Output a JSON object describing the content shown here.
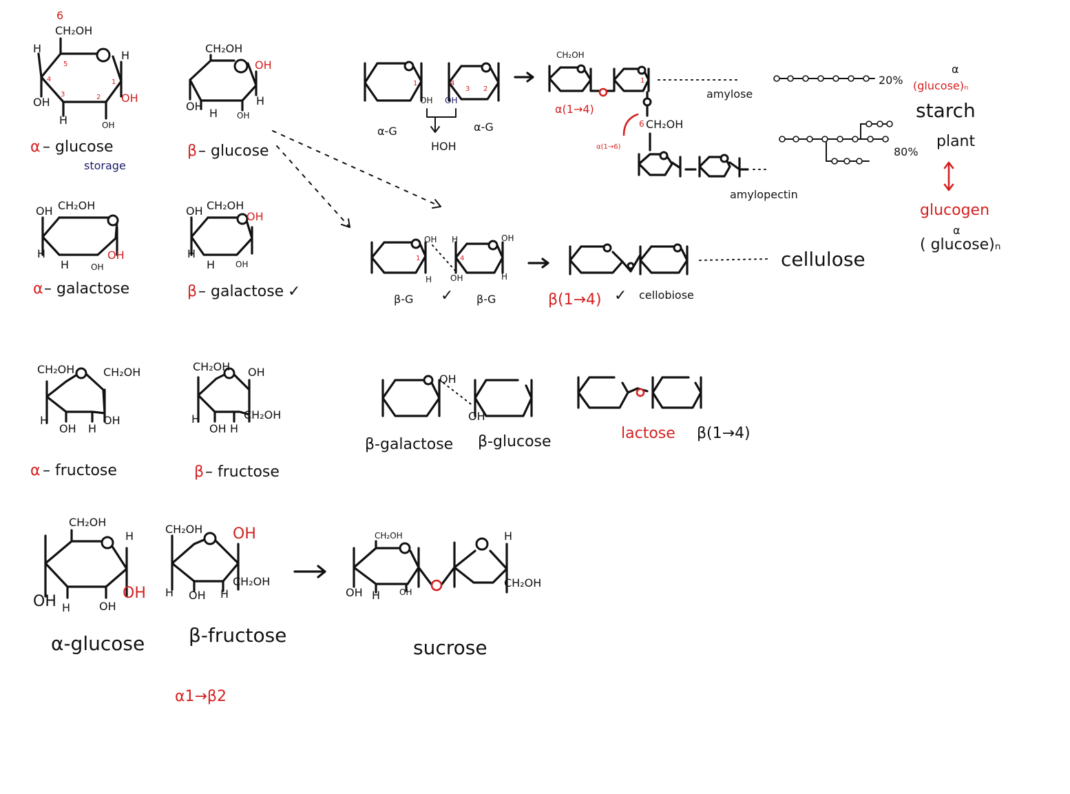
{
  "colors": {
    "ink": "#111111",
    "accent": "#d42020",
    "note": "#1a1a66",
    "paper": "#ffffff"
  },
  "row1": {
    "alpha_glucose": {
      "c6_number": "6",
      "ch2oh": "CH₂OH",
      "h_top_left": "H",
      "h_top_right": "H",
      "oh_left": "OH",
      "oh_right": "OH",
      "h_bottom": "H",
      "oh_bottom": "OH",
      "c5": "5",
      "c4": "4",
      "c3": "3",
      "c2": "2",
      "c1": "1",
      "label_prefix": "α",
      "label_name": "– glucose",
      "note": "storage"
    },
    "beta_glucose": {
      "ch2oh": "CH₂OH",
      "oh_top_right": "OH",
      "h_right": "H",
      "oh_left": "OH",
      "h_bottom": "H",
      "oh_bottom": "OH",
      "label_prefix": "β",
      "label_name": "– glucose"
    },
    "maltose_reaction": {
      "oh_a": "OH",
      "oh_b": "OH",
      "left_label": "α-G",
      "right_label": "α-G",
      "water": "HOH",
      "num_1": "1",
      "num_4": "4",
      "num_3": "3",
      "num_2": "2"
    },
    "amylose": {
      "link_label": "α(1→4)",
      "branch_link": "α(1→6)",
      "c6": "6",
      "ch2oh": "CH₂OH",
      "amylose_label": "amylose",
      "amylopectin_label": "amylopectin",
      "amylose_percent": "20%",
      "amylopectin_percent": "80%",
      "num_1": "1"
    },
    "starch": {
      "alpha_top": "α",
      "glucose_n": "(glucose)ₙ",
      "starch": "starch",
      "plant": "plant",
      "glycogen": "glucogen",
      "alpha_bottom": "α",
      "glucose_n2": "( glucose)ₙ"
    }
  },
  "row2": {
    "alpha_galactose": {
      "oh_left": "OH",
      "ch2oh": "CH₂OH",
      "h_left": "H",
      "h_bottom": "H",
      "oh_bottom": "OH",
      "oh_right": "OH",
      "label_prefix": "α",
      "label_name": "– galactose"
    },
    "beta_galactose": {
      "oh_left": "OH",
      "ch2oh": "CH₂OH",
      "oh_right": "OH",
      "h_left": "H",
      "h_bottom": "H",
      "oh_bottom": "OH",
      "label_prefix": "β",
      "label_name": "– galactose",
      "check": "✓"
    },
    "cellobiose_reaction": {
      "oh_a": "OH",
      "h_a": "H",
      "oh_b": "OH",
      "h_b": "H",
      "oh_c": "OH",
      "h_c": "H",
      "num_1": "1",
      "num_4": "4",
      "left_label": "β-G",
      "right_label": "β-G",
      "check1": "✓",
      "link_label": "β(1→4)",
      "check2": "✓",
      "product": "cellobiose",
      "polymer": "cellulose"
    }
  },
  "row3": {
    "alpha_fructose": {
      "ch2oh_left": "CH₂OH",
      "ch2oh_right": "CH₂OH",
      "h_left": "H",
      "oh_mid": "OH",
      "h_mid": "H",
      "oh_right": "OH",
      "label_prefix": "α",
      "label_name": "– fructose"
    },
    "beta_fructose": {
      "ch2oh_left": "CH₂OH",
      "oh_right": "OH",
      "h_left": "H",
      "oh_mid": "OH",
      "h_mid": "H",
      "ch2oh_right": "CH₂OH",
      "label_prefix": "β",
      "label_name": "– fructose"
    },
    "lactose_reaction": {
      "oh_a": "OH",
      "oh_b": "OH",
      "left_label": "β-galactose",
      "right_label": "β-glucose",
      "product": "lactose",
      "link_label": "β(1→4)"
    }
  },
  "row4": {
    "glucose": {
      "ch2oh": "CH₂OH",
      "h_right": "H",
      "oh_left": "OH",
      "h_bottom": "H",
      "oh_bottom": "OH",
      "oh_right": "OH",
      "label": "α-glucose"
    },
    "fructose": {
      "ch2oh": "CH₂OH",
      "oh_top": "OH",
      "ch2oh_right": "CH₂OH",
      "h_left": "H",
      "oh_bottom": "OH",
      "h_bottom": "H",
      "label": "β-fructose",
      "link": "α1→β2"
    },
    "sucrose": {
      "ch2oh": "CH₂OH",
      "h_right": "H",
      "oh_left": "OH",
      "h_bottom": "H",
      "oh_bottom": "OH",
      "ch2oh_right": "CH₂OH",
      "label": "sucrose"
    }
  }
}
